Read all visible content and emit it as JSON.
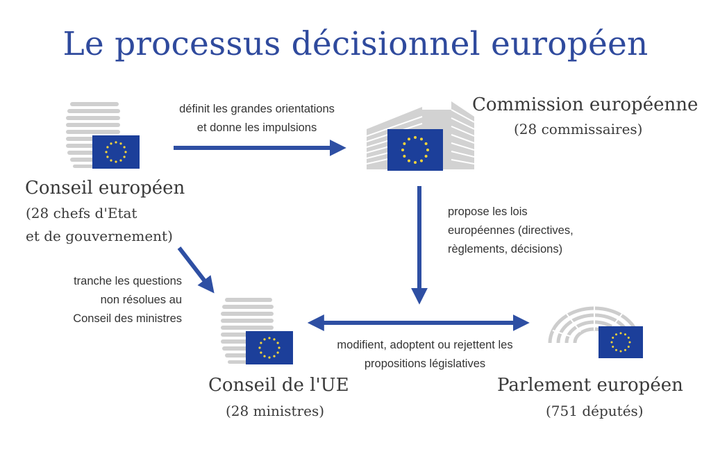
{
  "title": "Le processus décisionnel européen",
  "colors": {
    "title": "#2f4a9d",
    "arrow": "#2e4fa3",
    "eu_flag_blue": "#1c3f9a",
    "eu_flag_star": "#f5d43a",
    "building_grey": "#c9c9c9"
  },
  "nodes": {
    "european_council": {
      "name": "Conseil européen",
      "detail": [
        "(28 chefs d'Etat",
        "et de gouvernement)"
      ],
      "icon": "eu-building-icon"
    },
    "commission": {
      "name": "Commission européenne",
      "detail": "(28 commissaires)",
      "icon": "eu-building-icon"
    },
    "council_eu": {
      "name": "Conseil de l'UE",
      "detail": "(28 ministres)",
      "icon": "eu-building-icon"
    },
    "parliament": {
      "name": "Parlement européen",
      "detail": "(751 députés)",
      "icon": "hemicycle-icon"
    }
  },
  "edges": [
    {
      "from": "european_council",
      "to": "commission",
      "label": [
        "définit les grandes orientations",
        "et donne les impulsions"
      ]
    },
    {
      "from": "commission",
      "to": "council_eu+parliament",
      "label": [
        "propose les lois",
        "européennes (directives,",
        "règlements, décisions)"
      ]
    },
    {
      "from": "european_council",
      "to": "council_eu",
      "label": [
        "tranche les questions",
        "non résolues au",
        "Conseil des ministres"
      ]
    },
    {
      "from": "council_eu",
      "to": "parliament",
      "label": [
        "modifient, adoptent ou rejettent les",
        "propositions législatives"
      ]
    }
  ]
}
